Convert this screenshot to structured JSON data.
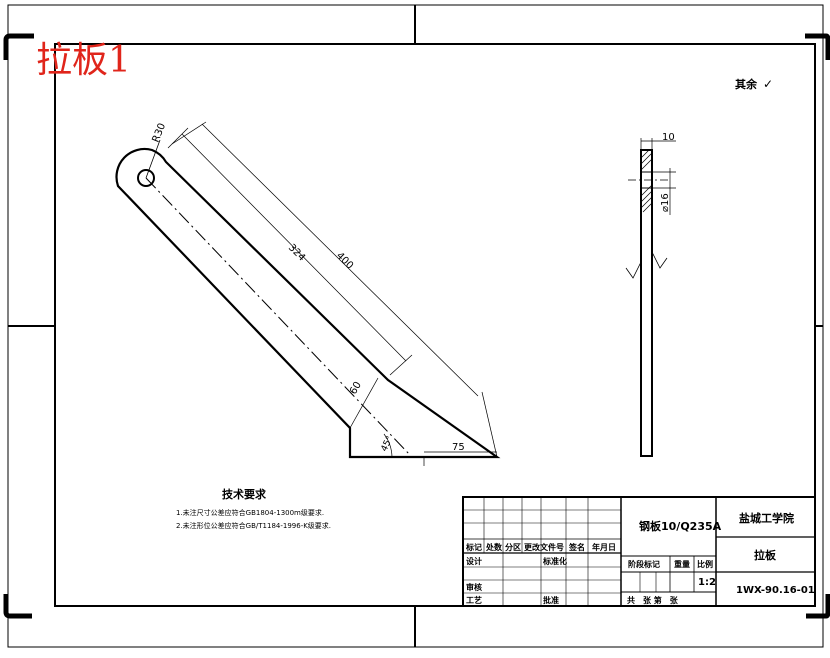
{
  "drawing": {
    "title": "拉板1",
    "surface_note": "其余",
    "surface_symbol": "✓"
  },
  "dimensions": {
    "radius": "R30",
    "length_324": "324",
    "length_400": "400",
    "length_60": "60",
    "angle_45": "45°",
    "length_75": "75",
    "thickness": "10",
    "hole_dia": "⌀16"
  },
  "tech_req": {
    "heading": "技术要求",
    "line1": "1.未注尺寸公差应符合GB1804-1300m级要求.",
    "line2": "2.未注形位公差应符合GB/T1184-1996-K级要求."
  },
  "title_block": {
    "material": "钢板10/Q235A",
    "school": "盐城工学院",
    "part_name": "拉板",
    "drawing_no": "1WX-90.16-01",
    "scale": "1:2",
    "hdr_mark": "标记",
    "hdr_count": "处数",
    "hdr_zone": "分区",
    "hdr_change_doc": "更改文件号",
    "hdr_sign": "签名",
    "hdr_date": "年月日",
    "design": "设计",
    "standardize": "标准化",
    "stage_mark": "阶段标记",
    "weight": "重量",
    "ratio": "比例",
    "review": "审核",
    "process": "工艺",
    "approve": "批准",
    "sheets": "共　张 第　张"
  },
  "colors": {
    "line": "#000000",
    "title_red": "#e0251b",
    "background": "#ffffff"
  }
}
